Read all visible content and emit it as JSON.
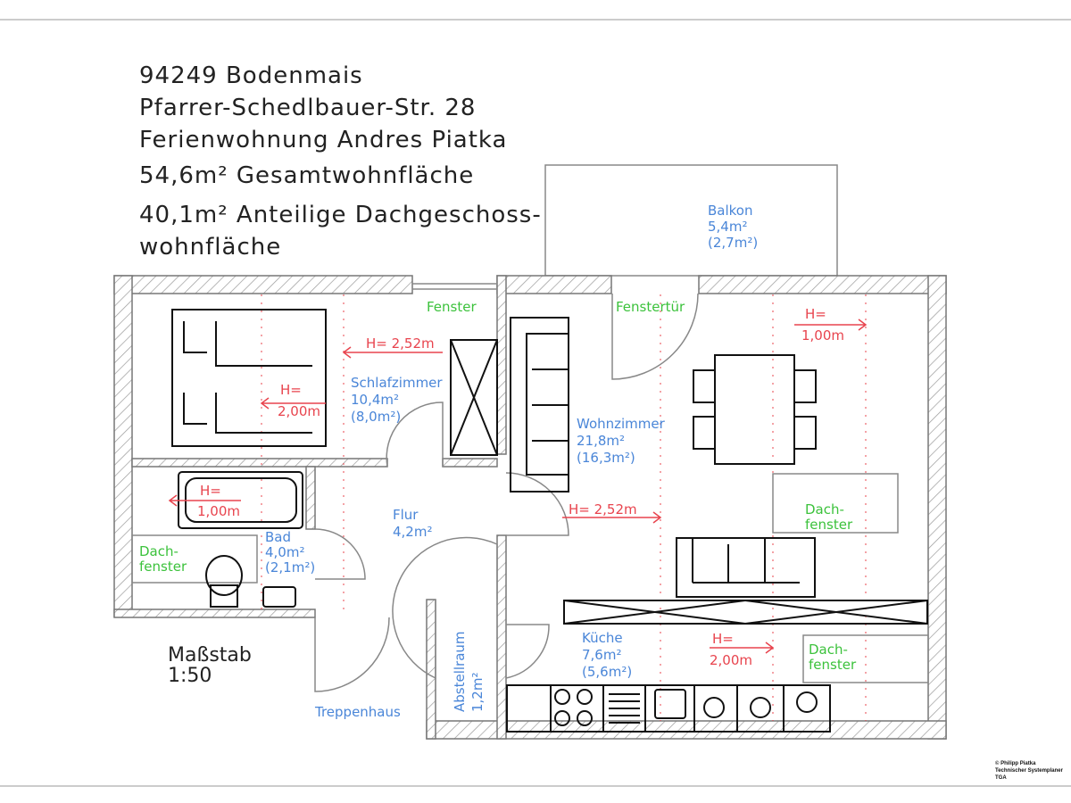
{
  "header": {
    "lines": [
      "94249 Bodenmais",
      "Pfarrer-Schedlbauer-Str. 28",
      "Ferienwohnung Andres Piatka",
      "54,6m² Gesamtwohnfläche",
      "40,1m² Anteilige Dachgeschoss-",
      "wohnfläche"
    ]
  },
  "rooms": {
    "balkon": [
      "Balkon",
      "5,4m²",
      "(2,7m²)"
    ],
    "schlafzimmer": [
      "Schlafzimmer",
      "10,4m²",
      "(8,0m²)"
    ],
    "wohnzimmer": [
      "Wohnzimmer",
      "21,8m²",
      "(16,3m²)"
    ],
    "flur": [
      "Flur",
      "4,2m²"
    ],
    "bad": [
      "Bad",
      "4,0m²",
      "(2,1m²)"
    ],
    "kueche": [
      "Küche",
      "7,6m²",
      "(5,6m²)"
    ],
    "abstellraum": [
      "Abstellraum",
      "1,2m²"
    ],
    "treppenhaus": "Treppenhaus"
  },
  "windows": {
    "fenster": "Fenster",
    "fenstertuer": "Fenstertür",
    "dachfenster_bad": [
      "Dach-",
      "fenster"
    ],
    "dachfenster_wohn": [
      "Dach-",
      "fenster"
    ],
    "dachfenster_kueche": [
      "Dach-",
      "fenster"
    ]
  },
  "heights": {
    "h_252_schlaf": "H= 2,52m",
    "h_200_schlaf": [
      "H=",
      "2,00m"
    ],
    "h_100_bad": [
      "H=",
      "1,00m"
    ],
    "h_100_wohn": [
      "H=",
      "1,00m"
    ],
    "h_252_wohn": "H= 2,52m",
    "h_200_kueche": [
      "H=",
      "2,00m"
    ]
  },
  "scale": {
    "label": "Maßstab",
    "value": "1:50"
  },
  "credit": [
    "© Philipp Piatka",
    "Technischer Systemplaner",
    "TGA"
  ],
  "colors": {
    "room_label": "#4a86d8",
    "window_label": "#3cc23c",
    "height_label": "#e8444e",
    "wall_line": "#777777",
    "furniture": "#111111"
  }
}
